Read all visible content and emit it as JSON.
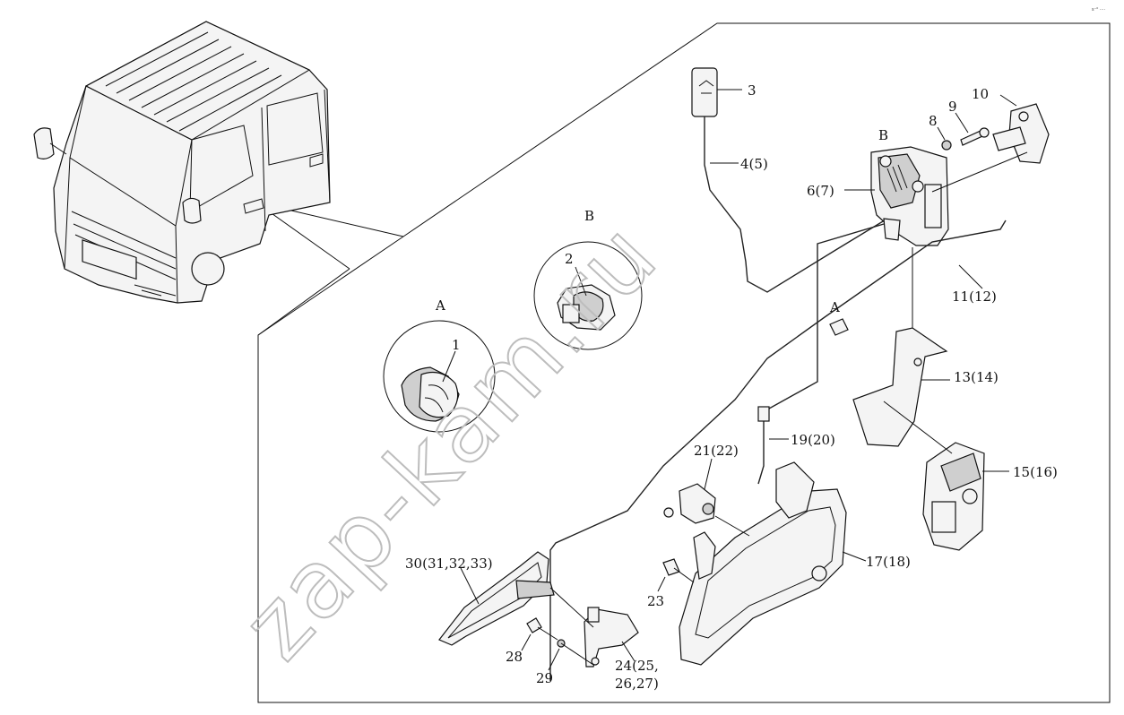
{
  "corner_tag": "s⁻⁰ ····",
  "watermark": "zap-kam.ru",
  "detail_views": {
    "A_circle": "A",
    "B_circle": "B",
    "A_on_rod": "A",
    "B_on_latch": "B"
  },
  "callouts": {
    "c1": "1",
    "c2": "2",
    "c3": "3",
    "c4": "4(5)",
    "c6": "6(7)",
    "c8": "8",
    "c9": "9",
    "c10": "10",
    "c11": "11(12)",
    "c13": "13(14)",
    "c15": "15(16)",
    "c17": "17(18)",
    "c19": "19(20)",
    "c21": "21(22)",
    "c23": "23",
    "c24a": "24(25,",
    "c24b": "26,27)",
    "c28": "28",
    "c29": "29",
    "c30": "30(31,32,33)"
  }
}
